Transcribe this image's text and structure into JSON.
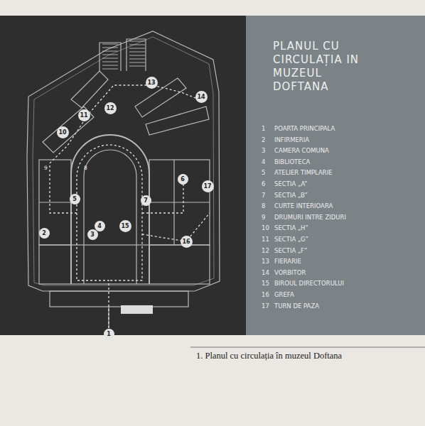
{
  "diagram": {
    "title": "PLANUL CU CIRCULAȚIA IN MUZEUL DOFTANA",
    "caption": "1. Planul cu circulația în muzeul Doftana",
    "nodes": [
      {
        "text": [
          "13"
        ]
      },
      {
        "text": [
          "14"
        ]
      },
      {
        "text": [
          "12"
        ]
      },
      {
        "text": [
          "11"
        ]
      },
      {
        "text": [
          "10"
        ]
      },
      {
        "text": [
          "6"
        ]
      },
      {
        "text": [
          "7"
        ]
      },
      {
        "text": [
          "5"
        ]
      },
      {
        "text": [
          "4"
        ]
      },
      {
        "text": [
          "15"
        ]
      },
      {
        "text": [
          "2"
        ]
      },
      {
        "text": [
          "3"
        ]
      },
      {
        "text": [
          "16"
        ]
      },
      {
        "text": [
          "17"
        ]
      },
      {
        "text": [
          "1"
        ]
      }
    ],
    "labels": [
      "1",
      "POARTA PRINCIPALA",
      "2",
      "INFIRMERIA",
      "3",
      "CAMERA COMUNA",
      "4",
      "BIBLIOTECA",
      "5",
      "ATELIER TIMPLARIE",
      "6",
      "SECTIA „A”",
      "7",
      "SECTIA „B”",
      "8",
      "CURTE INTERIOARA",
      "9",
      "DRUMURI INTRE ZIDURI",
      "10",
      "SECTIA „H”",
      "11",
      "SECTIA „G”",
      "12",
      "SECTIA „F”",
      "13",
      "FIERARIE",
      "14",
      "VORBITOR",
      "15",
      "BIROUL DIRECTORULUI",
      "16",
      "GREFA",
      "17",
      "TURN DE PAZA",
      "8",
      "9"
    ]
  }
}
